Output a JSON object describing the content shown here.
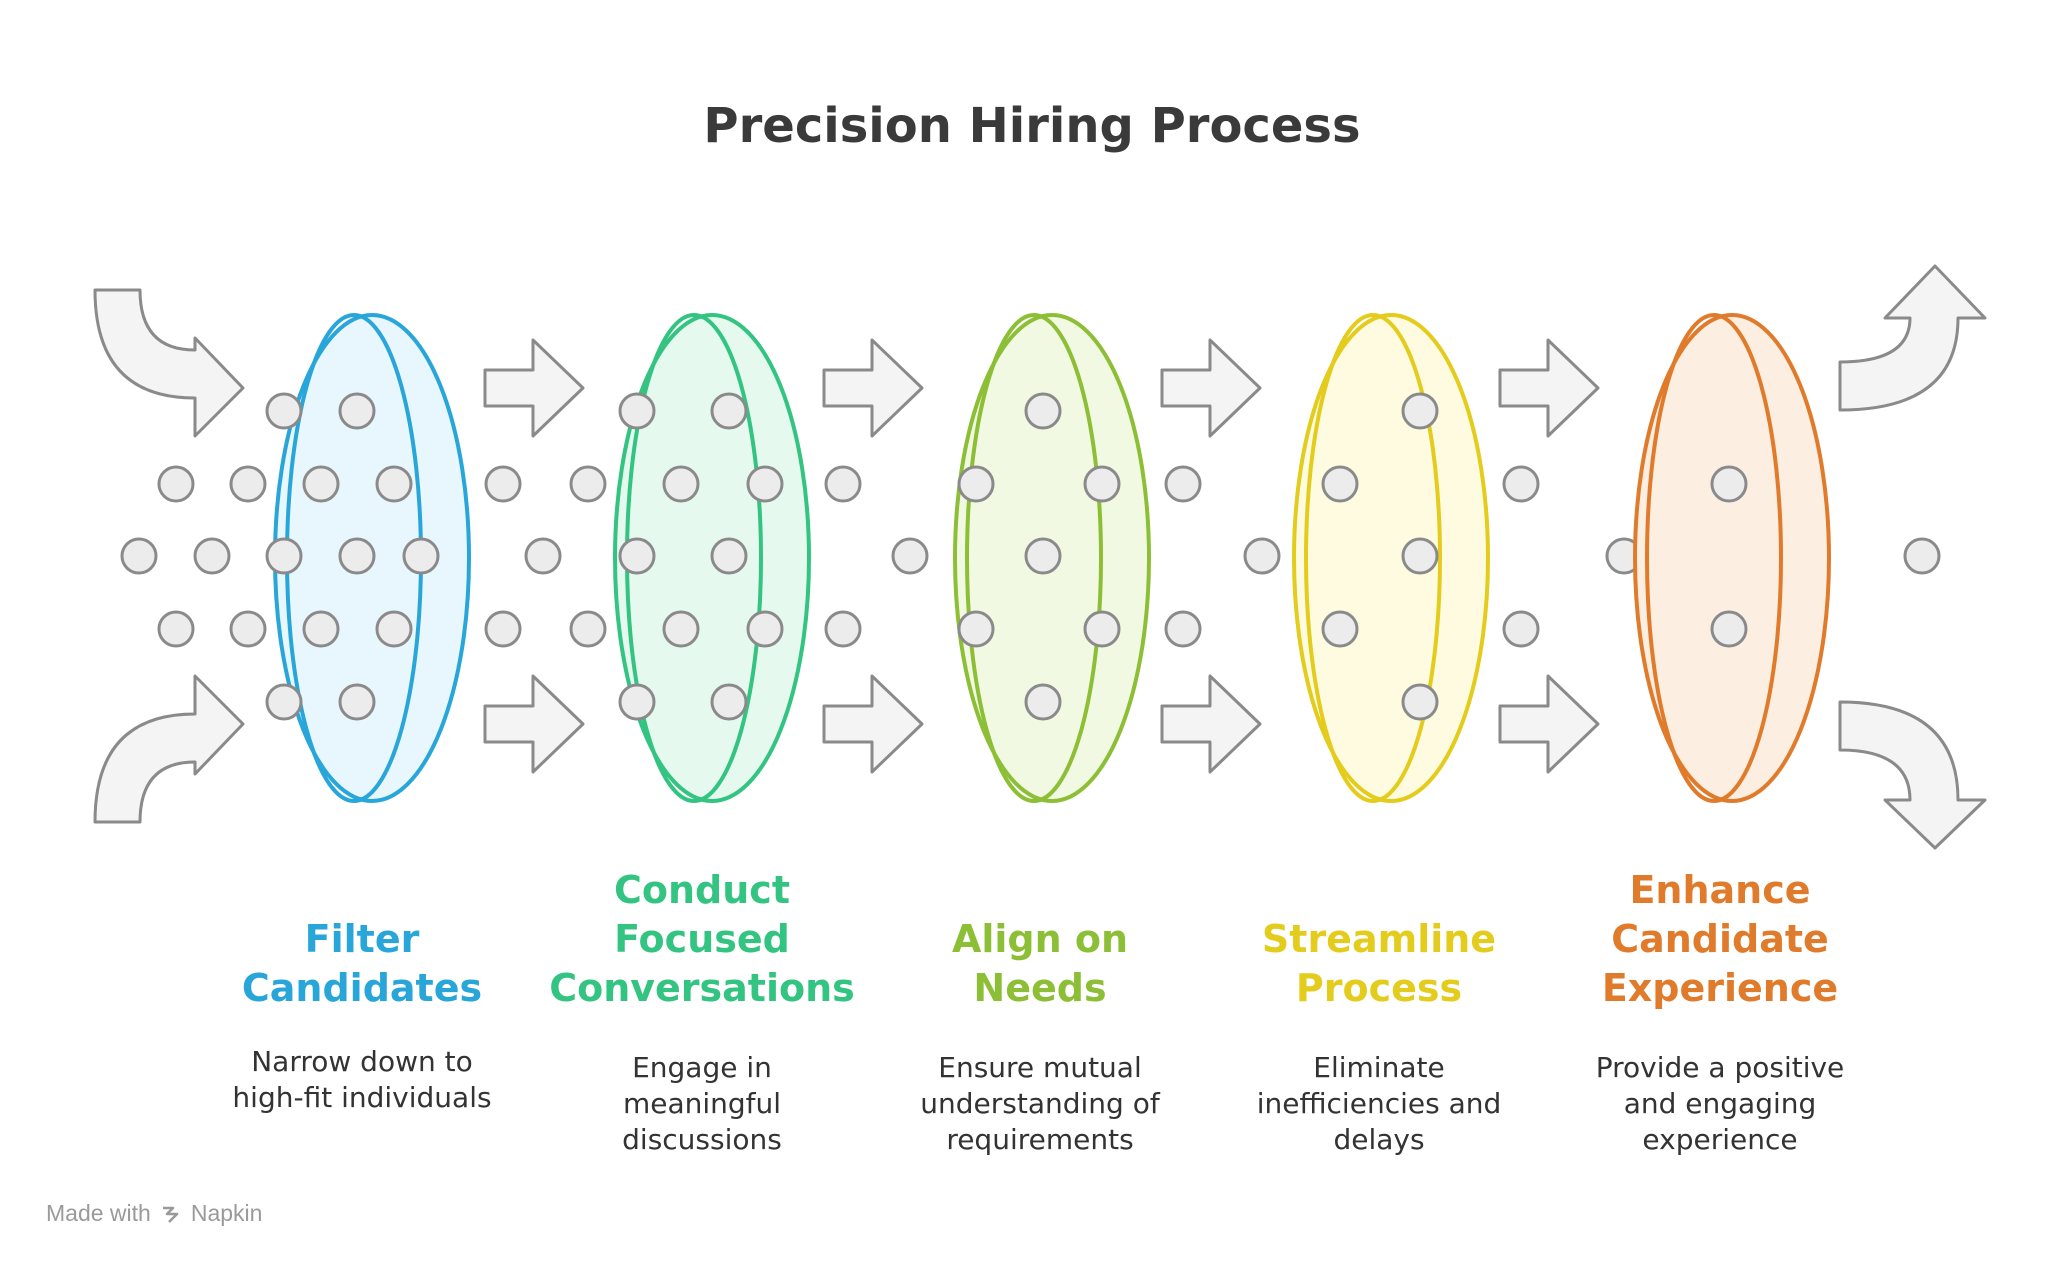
{
  "title": "Precision Hiring Process",
  "stages": [
    {
      "title": "Filter Candidates",
      "title_lines": [
        "Filter",
        "Candidates"
      ],
      "description_lines": [
        "Narrow down to",
        "high-fit individuals"
      ],
      "color": "#29a6d9",
      "fill": "#e8f6fd"
    },
    {
      "title": "Conduct Focused Conversations",
      "title_lines": [
        "Conduct",
        "Focused",
        "Conversations"
      ],
      "description_lines": [
        "Engage in",
        "meaningful",
        "discussions"
      ],
      "color": "#33c482",
      "fill": "#e5f9ef"
    },
    {
      "title": "Align on Needs",
      "title_lines": [
        "Align on",
        "Needs"
      ],
      "description_lines": [
        "Ensure mutual",
        "understanding of",
        "requirements"
      ],
      "color": "#8cbf35",
      "fill": "#f2f9e3"
    },
    {
      "title": "Streamline Process",
      "title_lines": [
        "Streamline",
        "Process"
      ],
      "description_lines": [
        "Eliminate",
        "inefficiencies and",
        "delays"
      ],
      "color": "#e3cc1c",
      "fill": "#fefbe0"
    },
    {
      "title": "Enhance Candidate Experience",
      "title_lines": [
        "Enhance",
        "Candidate",
        "Experience"
      ],
      "description_lines": [
        "Provide a positive",
        "and engaging",
        "experience"
      ],
      "color": "#e07b2c",
      "fill": "#fdeee2"
    }
  ],
  "credit": {
    "prefix": "Made with",
    "brand": "Napkin"
  }
}
